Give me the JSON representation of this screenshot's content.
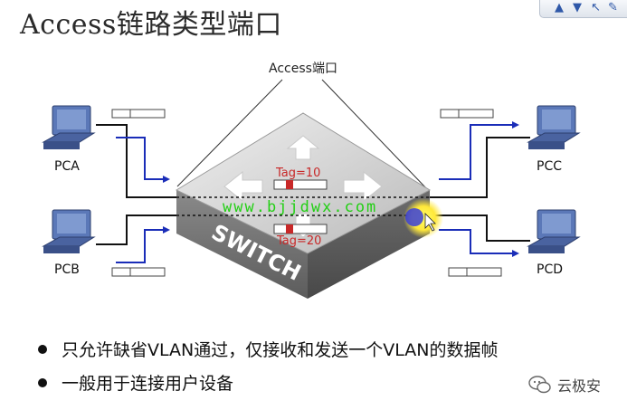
{
  "title": "Access链路类型端口",
  "port_label": "Access端口",
  "hosts": {
    "pca": "PCA",
    "pcb": "PCB",
    "pcc": "PCC",
    "pcd": "PCD"
  },
  "switch_label": "SWITCH",
  "tag_top": "Tag=10",
  "tag_bottom": "Tag=20",
  "watermark": "www.bjjdwx.com",
  "bullets": [
    "只允许缺省VLAN通过，仅接收和发送一个VLAN的数据帧",
    "一般用于连接用户设备"
  ],
  "brand": "云极安",
  "colors": {
    "arrow": "#1a2db8",
    "tag": "#c82828",
    "watermark": "#10d000",
    "switch_top": "#dcdcdc",
    "switch_side": "#7a7a7a"
  }
}
